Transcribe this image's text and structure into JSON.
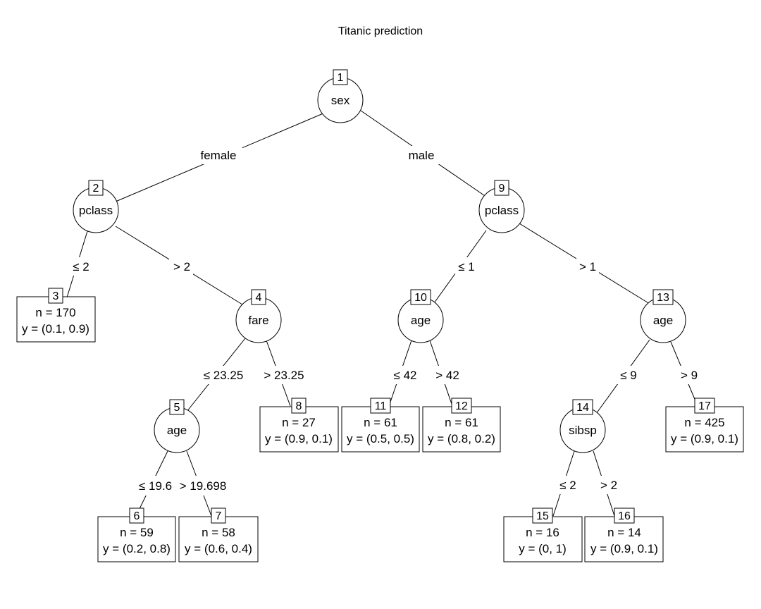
{
  "title": "Titanic prediction",
  "nodes": [
    {
      "id": "1",
      "var": "sex"
    },
    {
      "id": "2",
      "var": "pclass"
    },
    {
      "id": "4",
      "var": "fare"
    },
    {
      "id": "5",
      "var": "age"
    },
    {
      "id": "9",
      "var": "pclass"
    },
    {
      "id": "10",
      "var": "age"
    },
    {
      "id": "13",
      "var": "age"
    },
    {
      "id": "14",
      "var": "sibsp"
    }
  ],
  "leaves": [
    {
      "id": "3",
      "n": "n = 170",
      "y": "y = (0.1, 0.9)"
    },
    {
      "id": "6",
      "n": "n = 59",
      "y": "y = (0.2, 0.8)"
    },
    {
      "id": "7",
      "n": "n = 58",
      "y": "y = (0.6, 0.4)"
    },
    {
      "id": "8",
      "n": "n = 27",
      "y": "y = (0.9, 0.1)"
    },
    {
      "id": "11",
      "n": "n = 61",
      "y": "y = (0.5, 0.5)"
    },
    {
      "id": "12",
      "n": "n = 61",
      "y": "y = (0.8, 0.2)"
    },
    {
      "id": "15",
      "n": "n = 16",
      "y": "y = (0, 1)"
    },
    {
      "id": "16",
      "n": "n = 14",
      "y": "y = (0.9, 0.1)"
    },
    {
      "id": "17",
      "n": "n = 425",
      "y": "y = (0.9, 0.1)"
    }
  ],
  "edges": [
    {
      "label": "female"
    },
    {
      "label": "male"
    },
    {
      "label": "≤ 2"
    },
    {
      "label": "> 2"
    },
    {
      "label": "≤ 23.25"
    },
    {
      "label": "> 23.25"
    },
    {
      "label": "≤ 19.698"
    },
    {
      "label": "> 19.698"
    },
    {
      "label": "≤ 1"
    },
    {
      "label": "> 1"
    },
    {
      "label": "≤ 42"
    },
    {
      "label": "> 42"
    },
    {
      "label": "≤ 9"
    },
    {
      "label": "> 9"
    },
    {
      "label": "≤ 2"
    },
    {
      "label": "> 2"
    }
  ]
}
